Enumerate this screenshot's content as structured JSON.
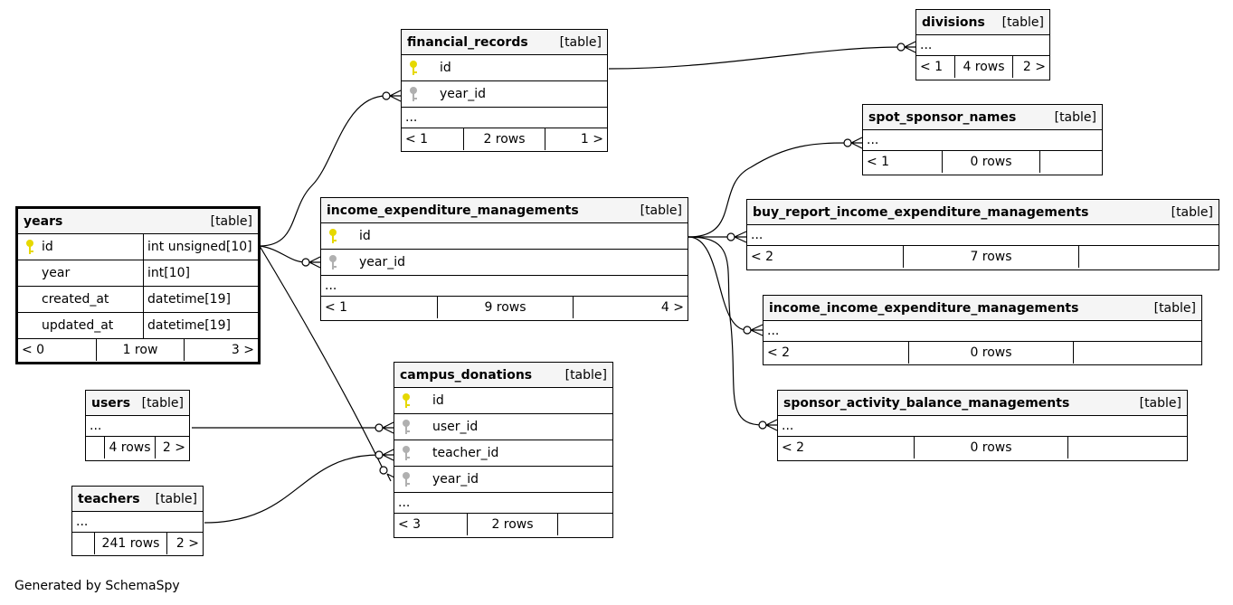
{
  "generated_by": "Generated by SchemaSpy",
  "table_tag": "[table]",
  "tables": {
    "years": {
      "name": "years",
      "columns": [
        {
          "name": "id",
          "type": "int unsigned[10]",
          "key": "primary"
        },
        {
          "name": "year",
          "type": "int[10]"
        },
        {
          "name": "created_at",
          "type": "datetime[19]"
        },
        {
          "name": "updated_at",
          "type": "datetime[19]"
        }
      ],
      "footer": [
        "< 0",
        "1 row",
        "3 >"
      ]
    },
    "users": {
      "name": "users",
      "ellipsis": "...",
      "footer": [
        "",
        "4 rows",
        "2 >"
      ]
    },
    "teachers": {
      "name": "teachers",
      "ellipsis": "...",
      "footer": [
        "",
        "241 rows",
        "2 >"
      ]
    },
    "financial_records": {
      "name": "financial_records",
      "columns": [
        {
          "name": "id",
          "key": "primary"
        },
        {
          "name": "year_id",
          "key": "foreign"
        }
      ],
      "ellipsis": "...",
      "footer": [
        "< 1",
        "2 rows",
        "1 >"
      ]
    },
    "income_expenditure_managements": {
      "name": "income_expenditure_managements",
      "columns": [
        {
          "name": "id",
          "key": "primary"
        },
        {
          "name": "year_id",
          "key": "foreign"
        }
      ],
      "ellipsis": "...",
      "footer": [
        "< 1",
        "9 rows",
        "4 >"
      ]
    },
    "campus_donations": {
      "name": "campus_donations",
      "columns": [
        {
          "name": "id",
          "key": "primary"
        },
        {
          "name": "user_id",
          "key": "foreign"
        },
        {
          "name": "teacher_id",
          "key": "foreign"
        },
        {
          "name": "year_id",
          "key": "foreign"
        }
      ],
      "ellipsis": "...",
      "footer": [
        "< 3",
        "2 rows",
        ""
      ]
    },
    "divisions": {
      "name": "divisions",
      "ellipsis": "...",
      "footer": [
        "< 1",
        "4 rows",
        "2 >"
      ]
    },
    "spot_sponsor_names": {
      "name": "spot_sponsor_names",
      "ellipsis": "...",
      "footer": [
        "< 1",
        "0 rows",
        ""
      ]
    },
    "buy_report_income_expenditure_managements": {
      "name": "buy_report_income_expenditure_managements",
      "ellipsis": "...",
      "footer": [
        "< 2",
        "7 rows",
        ""
      ]
    },
    "income_income_expenditure_managements": {
      "name": "income_income_expenditure_managements",
      "ellipsis": "...",
      "footer": [
        "< 2",
        "0 rows",
        ""
      ]
    },
    "sponsor_activity_balance_managements": {
      "name": "sponsor_activity_balance_managements",
      "ellipsis": "...",
      "footer": [
        "< 2",
        "0 rows",
        ""
      ]
    }
  },
  "colors": {
    "primary_key": "#e6d800",
    "foreign_key": "#b0b0b0",
    "header_bg": "#f5f5f5"
  }
}
